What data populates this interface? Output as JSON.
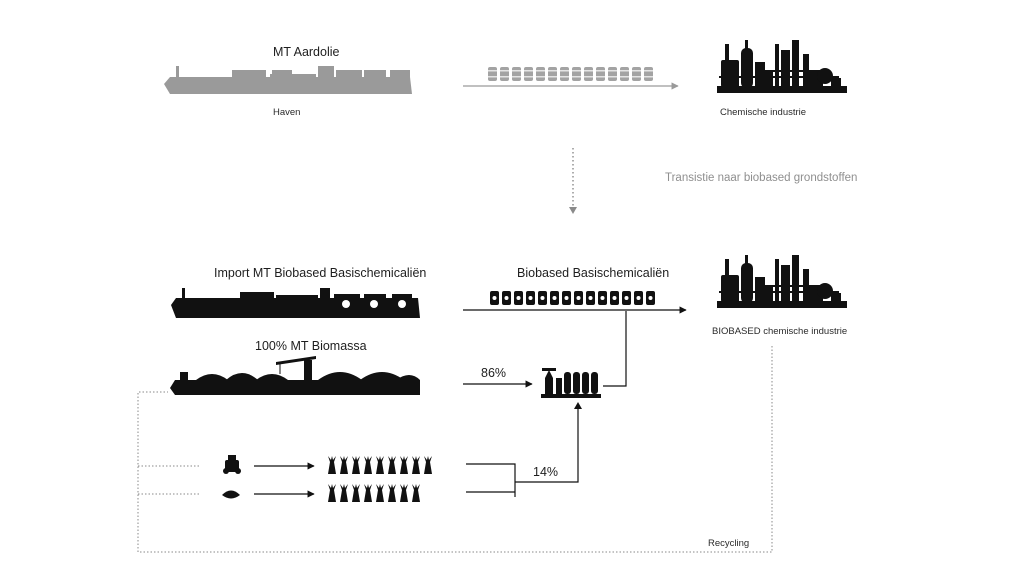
{
  "top": {
    "ship_label": "MT Aardolie",
    "port_label": "Haven",
    "industry_label": "Chemische industrie"
  },
  "transition": {
    "label": "Transistie naar biobased grondstoffen"
  },
  "bottom": {
    "import_label": "Import MT Biobased Basischemicaliën",
    "biomass_label": "100% MT Biomassa",
    "chemicals_label": "Biobased Basischemicaliën",
    "industry_label": "BIOBASED chemische industrie",
    "share_biomass": "86%",
    "share_local": "14%",
    "recycling_label": "Recycling"
  },
  "colors": {
    "current_grey": "#9a9a9a",
    "future_black": "#111111",
    "dotted": "#8a8a8a"
  }
}
